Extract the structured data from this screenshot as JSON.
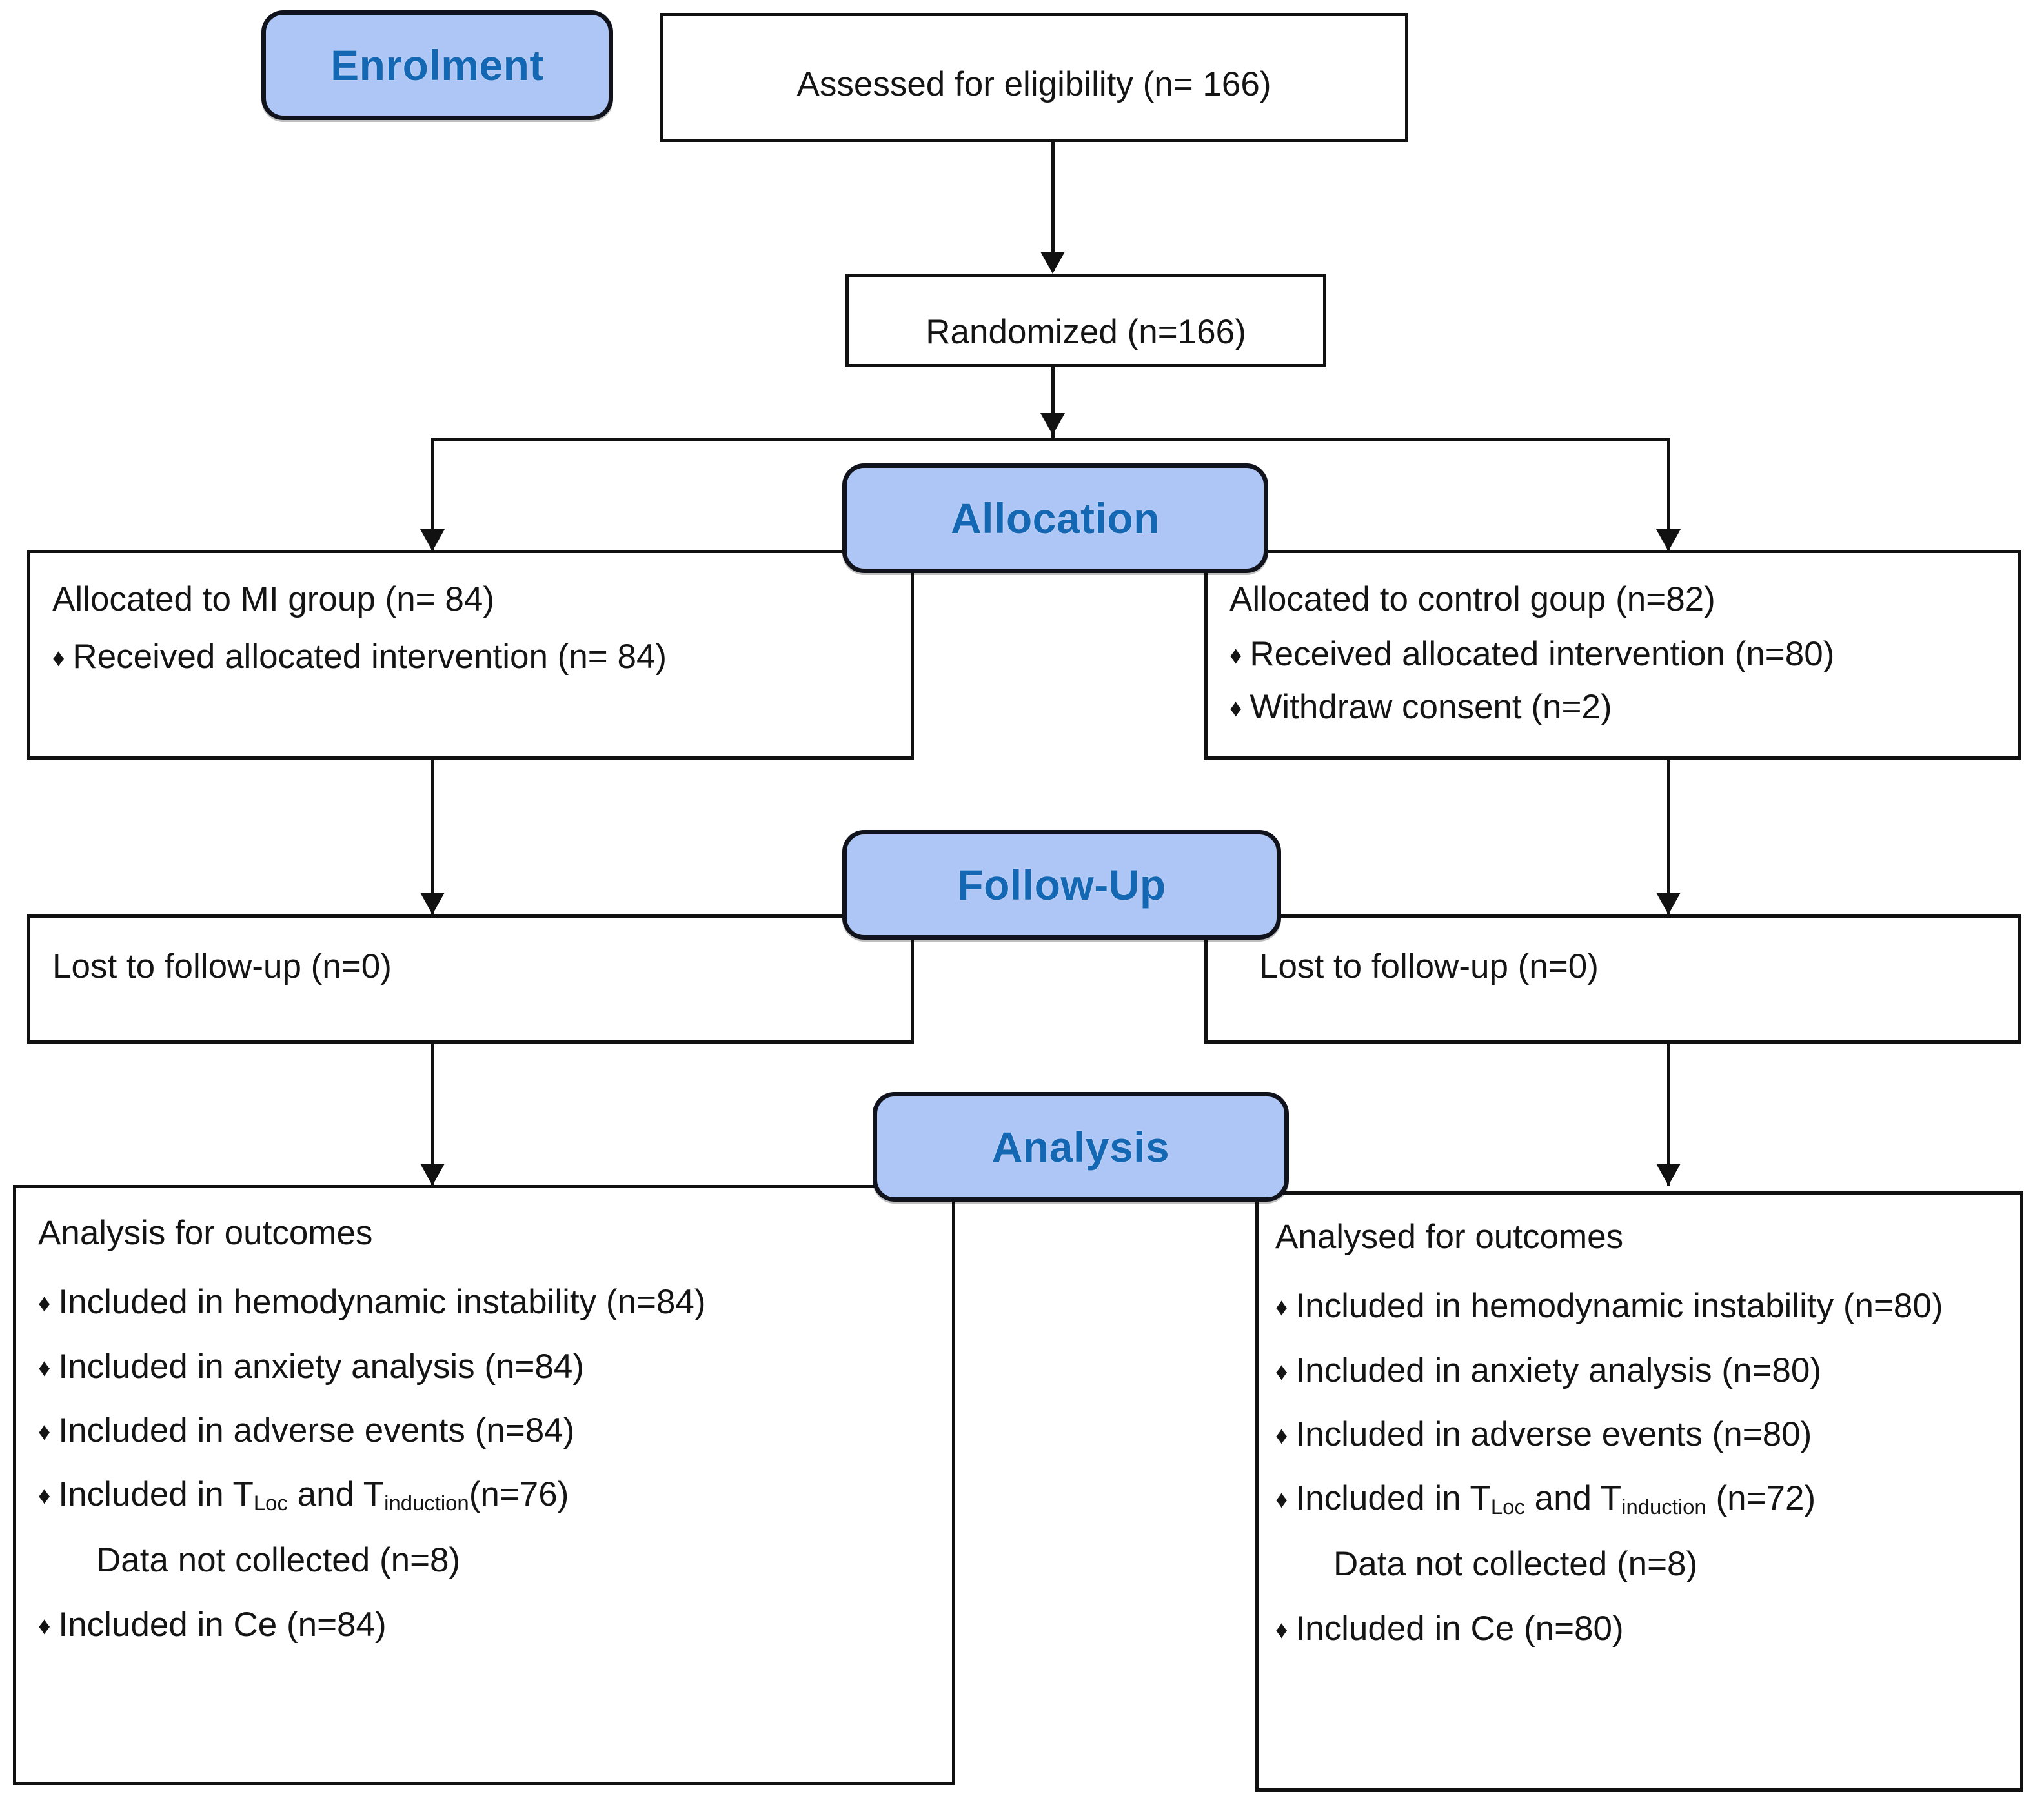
{
  "diagram": {
    "type": "CONSORT participant flow diagram",
    "stages": [
      {
        "id": "enrolment",
        "label": "Enrolment"
      },
      {
        "id": "allocation",
        "label": "Allocation"
      },
      {
        "id": "followup",
        "label": "Follow-Up"
      },
      {
        "id": "analysis",
        "label": "Analysis"
      }
    ]
  },
  "enrolment": {
    "assessed": "Assessed for eligibility (n= 166)",
    "randomized": "Randomized (n=166)"
  },
  "allocation": {
    "left": {
      "title": "Allocated to MI group (n= 84)",
      "items": [
        "Received allocated intervention (n= 84)"
      ]
    },
    "right": {
      "title": "Allocated to control goup (n=82)",
      "items": [
        "Received allocated intervention (n=80)",
        "Withdraw consent (n=2)"
      ]
    }
  },
  "followup": {
    "left": {
      "title": "Lost to follow-up (n=0)"
    },
    "right": {
      "title": "Lost to follow-up (n=0)"
    }
  },
  "analysis": {
    "left": {
      "title": "Analysis for outcomes",
      "items": [
        {
          "kind": "bullet",
          "pre": "Included in hemodynamic instability (n=84)"
        },
        {
          "kind": "bullet",
          "pre": "Included in anxiety analysis (n=84)"
        },
        {
          "kind": "bullet",
          "pre": "Included in adverse events (n=84)"
        },
        {
          "kind": "bullet-sub",
          "pre": "Included in T",
          "sub1": "Loc",
          "mid": " and T",
          "sub2": "induction",
          "post": "(n=76)"
        },
        {
          "kind": "indent",
          "pre": "Data not collected (n=8)"
        },
        {
          "kind": "bullet",
          "pre": "Included in Ce (n=84)"
        }
      ]
    },
    "right": {
      "title": "Analysed for outcomes",
      "items": [
        {
          "kind": "bullet",
          "pre": "Included in hemodynamic instability (n=80)"
        },
        {
          "kind": "bullet",
          "pre": "Included in anxiety analysis (n=80)"
        },
        {
          "kind": "bullet",
          "pre": "Included in adverse events (n=80)"
        },
        {
          "kind": "bullet-sub",
          "pre": "Included in T",
          "sub1": "Loc",
          "mid": " and T",
          "sub2": "induction",
          "post": " (n=72)"
        },
        {
          "kind": "indent",
          "pre": "Data not collected (n=8)"
        },
        {
          "kind": "bullet",
          "pre": "Included in Ce (n=80)"
        }
      ]
    }
  },
  "glyphs": {
    "bullet": "♦"
  },
  "colors": {
    "pill_fill": "#aec6f5",
    "pill_border": "#10121c",
    "pill_text": "#1467b3",
    "box_border": "#111111",
    "box_fill": "#ffffff",
    "text": "#141414"
  }
}
